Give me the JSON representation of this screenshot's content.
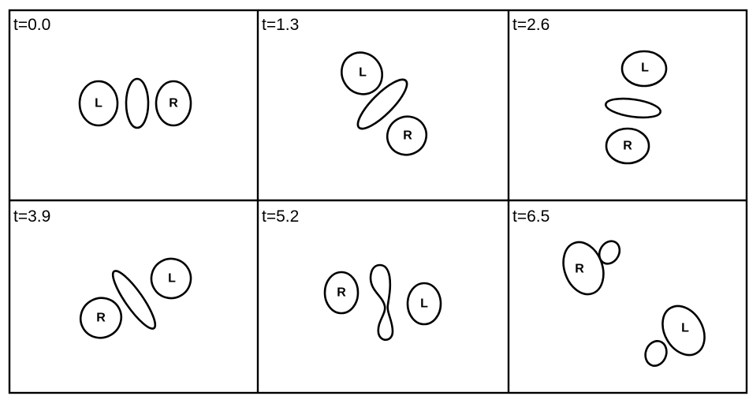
{
  "panels": [
    {
      "time": "t=0.0",
      "left_tag": "L",
      "right_tag": "R"
    },
    {
      "time": "t=1.3",
      "left_tag": "L",
      "right_tag": "R"
    },
    {
      "time": "t=2.6",
      "left_tag": "L",
      "right_tag": "R"
    },
    {
      "time": "t=3.9",
      "left_tag": "L",
      "right_tag": "R"
    },
    {
      "time": "t=5.2",
      "left_tag": "L",
      "right_tag": "R"
    },
    {
      "time": "t=6.5",
      "left_tag": "L",
      "right_tag": "R"
    }
  ]
}
